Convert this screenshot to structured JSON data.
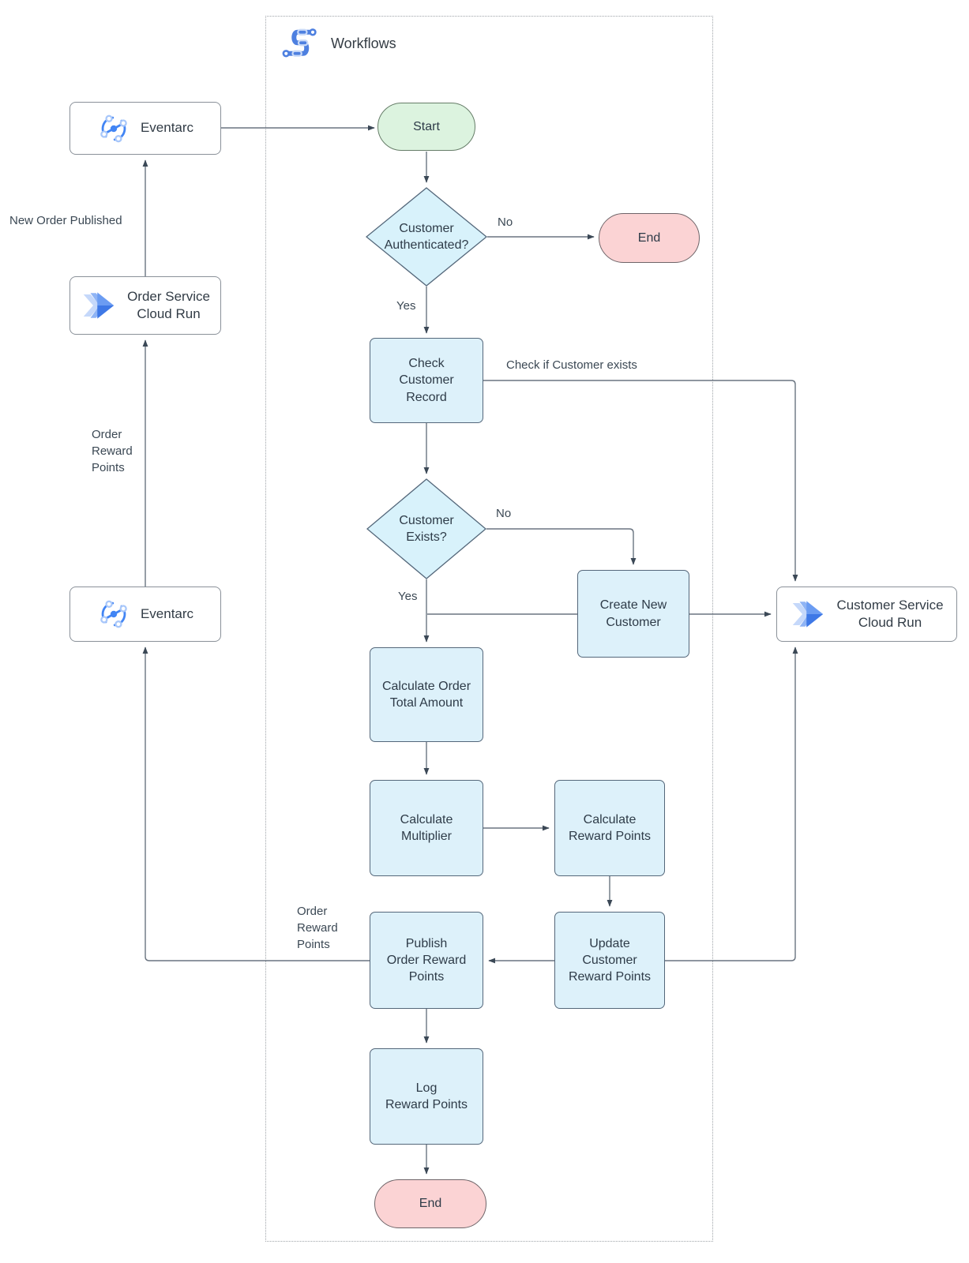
{
  "diagram": {
    "title": "Workflows",
    "nodes": {
      "eventarc_top": "Eventarc",
      "order_service": "Order Service\nCloud Run",
      "eventarc_bottom": "Eventarc",
      "customer_service": "Customer Service\nCloud Run",
      "start": "Start",
      "customer_authenticated": "Customer\nAuthenticated?",
      "end_top": "End",
      "check_customer_record": "Check\nCustomer\nRecord",
      "customer_exists": "Customer\nExists?",
      "create_new_customer": "Create New\nCustomer",
      "calculate_order_total": "Calculate Order\nTotal Amount",
      "calculate_multiplier": "Calculate\nMultiplier",
      "calculate_reward_points": "Calculate\nReward Points",
      "update_customer_reward_points": "Update\nCustomer\nReward Points",
      "publish_order_reward_points": "Publish\nOrder Reward\nPoints",
      "log_reward_points": "Log\nReward Points",
      "end_bottom": "End"
    },
    "edge_labels": {
      "new_order_published": "New Order Published",
      "order_reward_points_left": "Order\nReward\nPoints",
      "order_reward_points_mid": "Order\nReward\nPoints",
      "no_authenticated": "No",
      "yes_authenticated": "Yes",
      "no_exists": "No",
      "yes_exists": "Yes",
      "check_if_customer_exists": "Check if Customer exists"
    },
    "icons": {
      "workflows": "workflows-icon",
      "eventarc": "eventarc-icon",
      "cloud_run": "cloud-run-icon"
    },
    "colors": {
      "process_fill": "#ddf1fa",
      "decision_fill": "#d8f2fb",
      "start_fill": "#dcf3df",
      "end_fill": "#fbd3d4",
      "shape_stroke": "#54677a",
      "connector_stroke": "#6a7480",
      "arrowhead": "#3b4856",
      "icon_blue": "#4285f4",
      "icon_light_blue": "#aecbfa"
    }
  }
}
